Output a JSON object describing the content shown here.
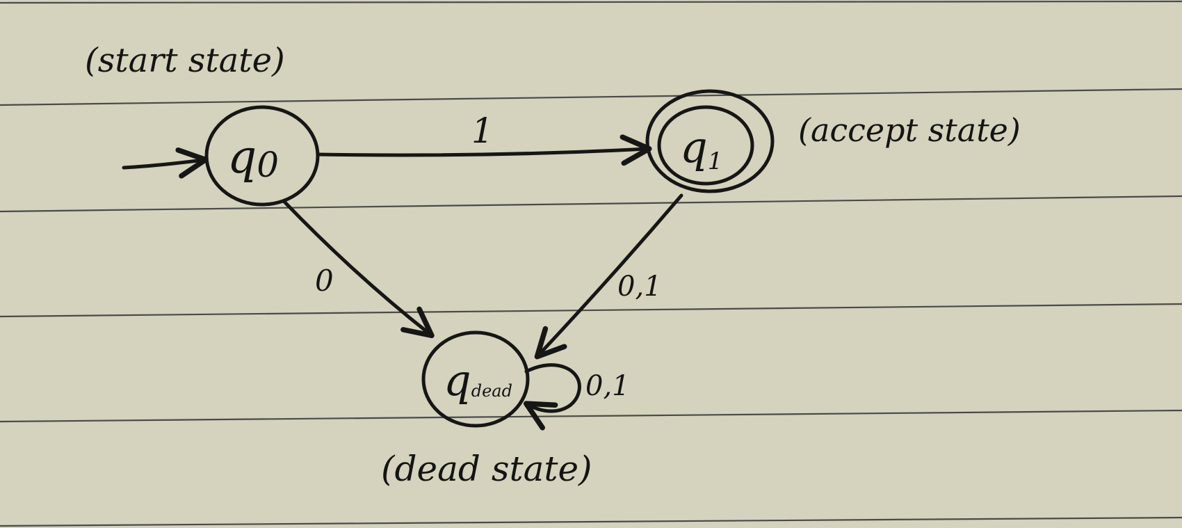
{
  "paper": {
    "background": "#d9d6c4",
    "ink": "#161616",
    "rule_color": "#4a4a48"
  },
  "annotations": {
    "start": "(start state)",
    "accept": "(accept state)",
    "dead": "(dead state)"
  },
  "states": {
    "q0": {
      "letter": "q",
      "sub": "0"
    },
    "q1": {
      "letter": "q",
      "sub": "1"
    },
    "qdead": {
      "letter": "q",
      "sub": "dead"
    }
  },
  "transitions": {
    "q0_q1": "1",
    "q0_qdead": "0",
    "q1_qdead": "0,1",
    "qdead_loop": "0,1"
  }
}
